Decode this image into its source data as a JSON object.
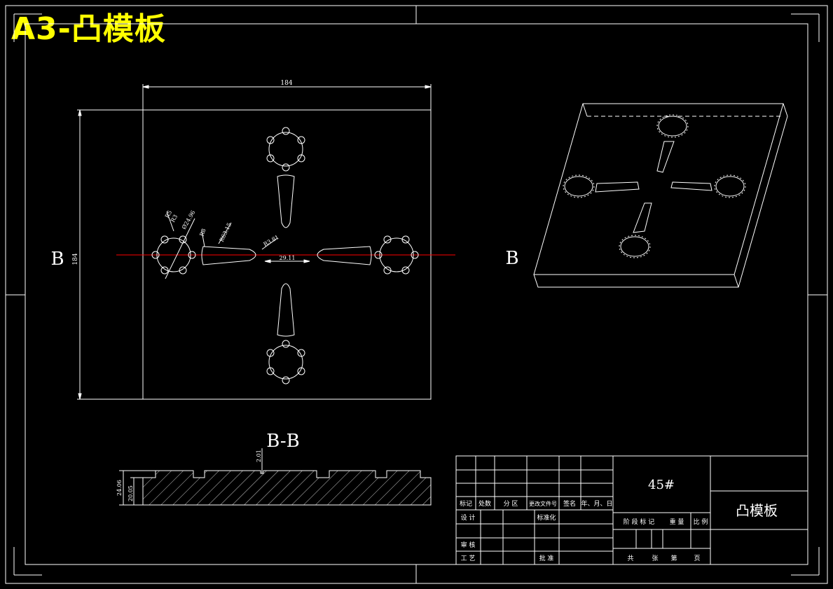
{
  "title": "A3-凸模板",
  "dimensions": {
    "width_top": "184",
    "height_left": "184",
    "r1": "R5",
    "r2": "R3",
    "dia": "Ø24.96",
    "r3": "R8",
    "r4": "R63.15",
    "r5": "R3.81",
    "slot": "29.11"
  },
  "section": {
    "label": "B-B",
    "depth": "2.01",
    "thickness": "24.06",
    "step": "20.05"
  },
  "view_labels": {
    "left": "B",
    "right": "B"
  },
  "title_block": {
    "material": "45#",
    "part_name": "凸模板",
    "revision_headers": [
      "标记",
      "处数",
      "分 区",
      "更改文件号",
      "签名",
      "年、月、日"
    ],
    "design": "设 计",
    "standardization": "标准化",
    "review": "审 核",
    "process": "工 艺",
    "approve": "批 准",
    "stage_headers": [
      "阶 段 标 记",
      "重 量",
      "比 例"
    ],
    "sheet_text": [
      "共",
      "张",
      "第",
      "页"
    ]
  },
  "colors": {
    "line": "#ffffff",
    "title": "#ffff00",
    "centerline": "#ff0000",
    "background": "#000000"
  }
}
